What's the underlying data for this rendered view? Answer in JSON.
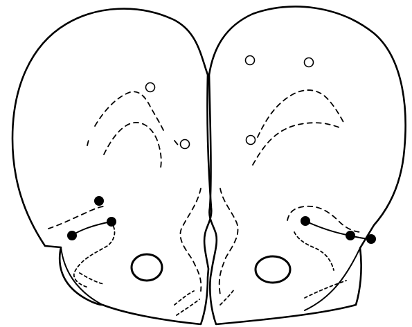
{
  "figure": {
    "background": "#ffffff",
    "ink": "#000000",
    "marker_legend": {
      "open_circle": "open-circle-marker",
      "filled_circle": "filled-circle-marker"
    },
    "left_half": {
      "open_markers": 2,
      "filled_markers": 3
    },
    "right_half": {
      "open_markers": 3,
      "filled_markers": 3
    }
  }
}
